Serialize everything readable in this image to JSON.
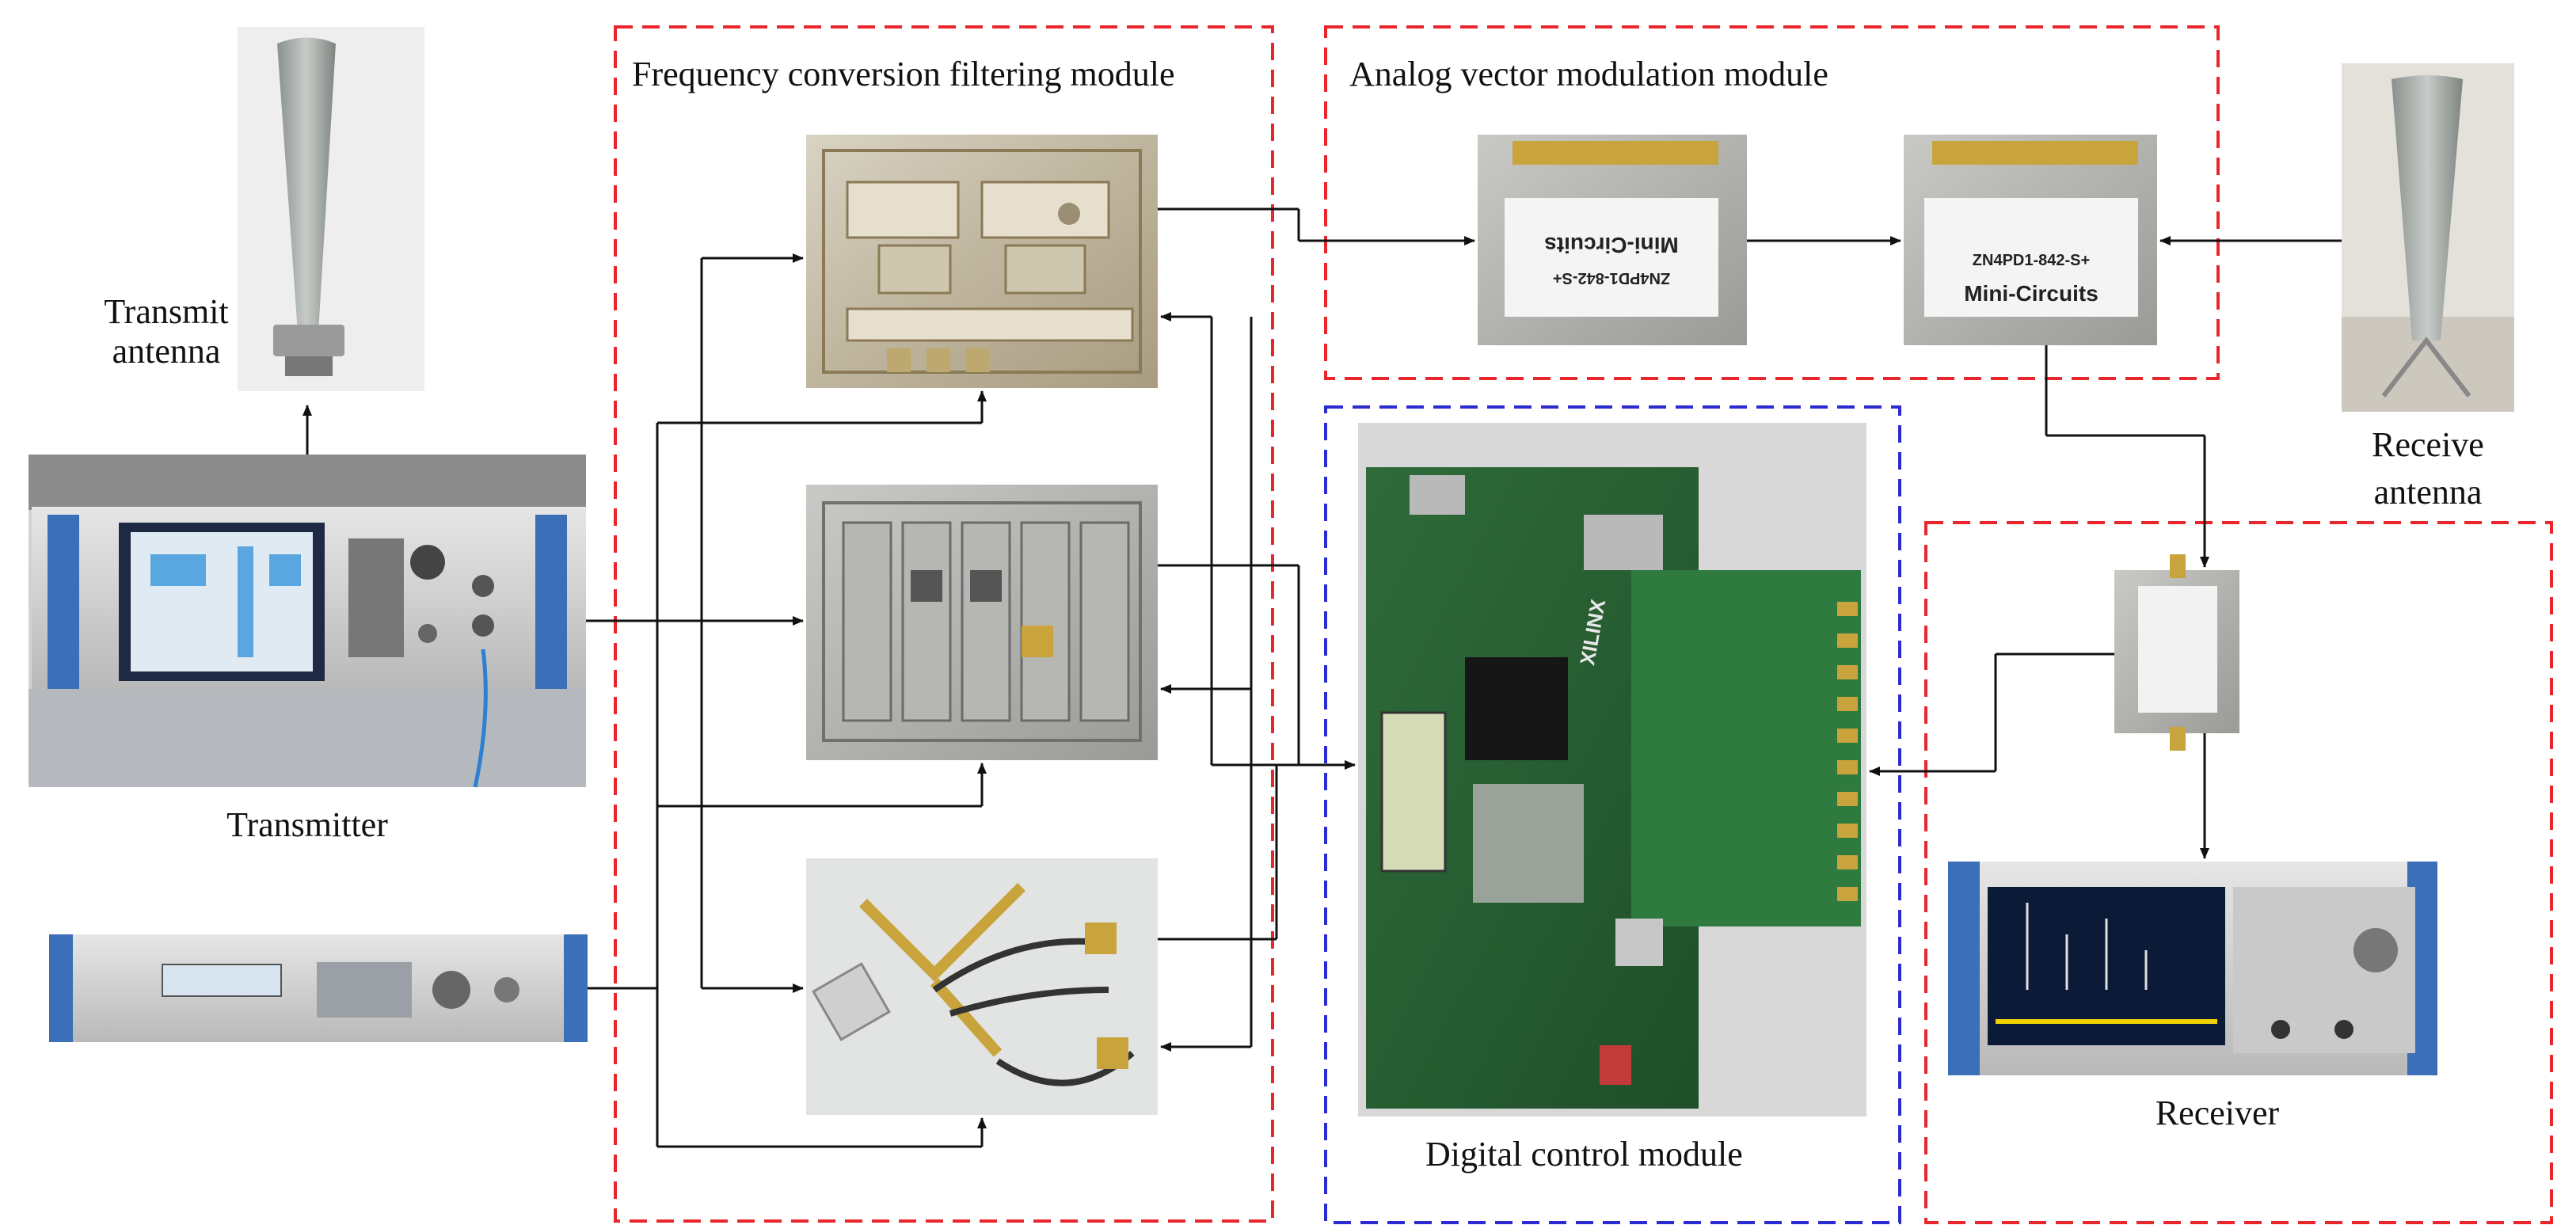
{
  "modules": {
    "freq_filter": "Frequency conversion filtering module",
    "analog_vector": "Analog vector modulation module",
    "digital_control": "Digital control module"
  },
  "devices": {
    "transmit_antenna": [
      "Transmit",
      "antenna"
    ],
    "receive_antenna": [
      "Receive",
      "antenna"
    ],
    "transmitter": "Transmitter",
    "receiver": "Receiver"
  },
  "photo_text": {
    "vm_brand": "Mini-Circuits",
    "vm_model": "ZN4PD1-842-S+",
    "fpga_brand": "XILINX"
  },
  "colors": {
    "red_dashed": "#e8262b",
    "blue_dashed": "#2b2bd1",
    "arrows": "#111111"
  }
}
